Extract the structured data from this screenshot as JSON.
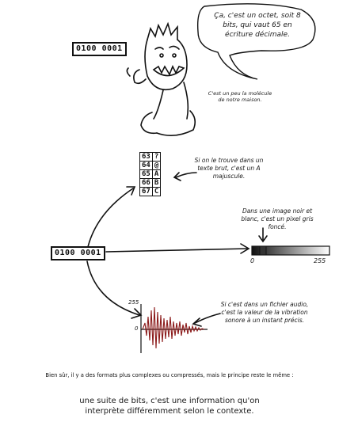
{
  "speech_bubble": "Ça, c'est un octet, soit 8 bits, qui vaut 65 en écriture décimale.",
  "byte_top": "0100 0001",
  "character_note": "C'est un peu la molécule de notre maison.",
  "byte_center": "0100 0001",
  "ascii_table": [
    {
      "code": "63",
      "char": "?"
    },
    {
      "code": "64",
      "char": "@"
    },
    {
      "code": "65",
      "char": "A"
    },
    {
      "code": "66",
      "char": "B"
    },
    {
      "code": "67",
      "char": "C"
    }
  ],
  "text_note": "Si on le trouve dans un texte brut, c'est un A majuscule.",
  "image_note": "Dans une image noir et blanc, c'est un pixel gris foncé.",
  "gradient_min": "0",
  "gradient_max": "255",
  "audio_note": "Si c'est dans un fichier audio, c'est la valeur de la vibration sonore à un instant précis.",
  "audio_axis_top": "255",
  "audio_axis_zero": "0",
  "footer_line1": "Bien sûr, il y a des formats plus complexes ou compressés, mais le principe reste le même :",
  "footer_line2": "une suite de bits, c'est une information qu'on interprète différemment selon le contexte.",
  "colors": {
    "ink": "#111111",
    "waveform": "#8b1a1a"
  }
}
